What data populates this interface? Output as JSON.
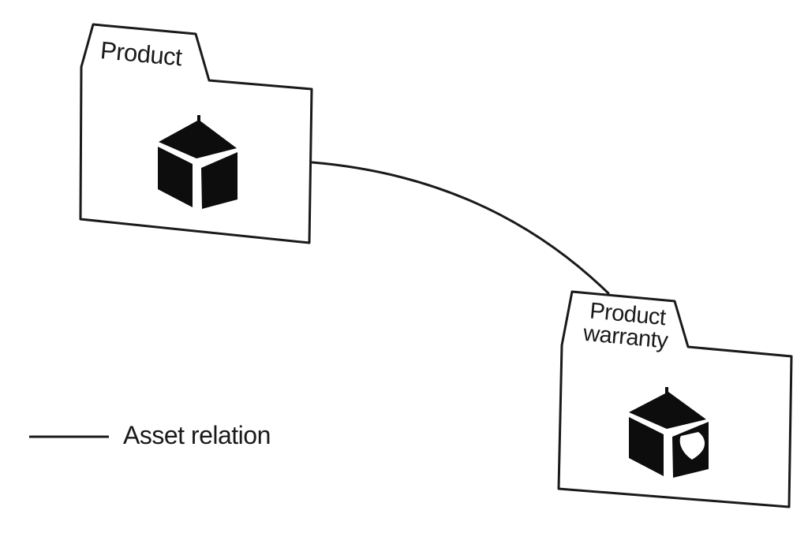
{
  "diagram": {
    "nodes": [
      {
        "id": "product",
        "label": "Product",
        "shape": "folder",
        "icon": "cube-icon"
      },
      {
        "id": "product-warranty",
        "label": "Product warranty",
        "label_line1": "Product",
        "label_line2": "warranty",
        "shape": "folder",
        "icon": "shield-cube-icon"
      }
    ],
    "edges": [
      {
        "from": "product",
        "to": "product-warranty",
        "type": "asset-relation",
        "style": "solid-curve"
      }
    ],
    "legend": {
      "symbol": "solid-line",
      "label": "Asset relation"
    },
    "colors": {
      "background": "#ffffff",
      "outline": "#1a1a1a",
      "icon_fill": "#0d0d0d",
      "text": "#1a1a1a"
    }
  }
}
